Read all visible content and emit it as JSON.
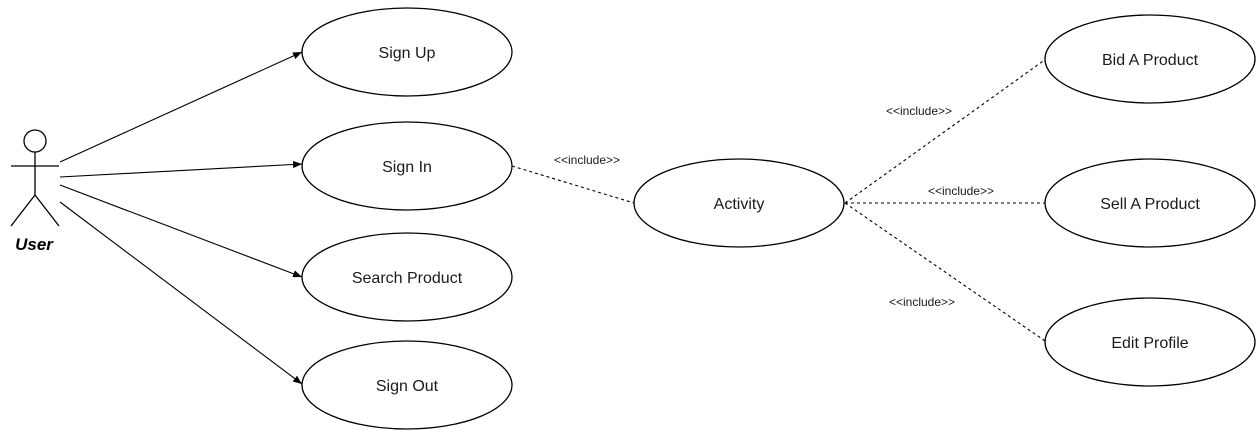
{
  "actor": {
    "label": "User"
  },
  "use_cases": {
    "sign_up": "Sign Up",
    "sign_in": "Sign In",
    "search_product": "Search Product",
    "sign_out": "Sign Out",
    "activity": "Activity",
    "bid_product": "Bid A Product",
    "sell_product": "Sell A Product",
    "edit_profile": "Edit Profile"
  },
  "relations": {
    "include_signin_activity": "<<include>>",
    "include_activity_bid": "<<include>>",
    "include_activity_sell": "<<include>>",
    "include_activity_edit": "<<include>>"
  },
  "colors": {
    "stroke": "#000000",
    "fill": "#ffffff",
    "text": "#1a1a1a"
  }
}
